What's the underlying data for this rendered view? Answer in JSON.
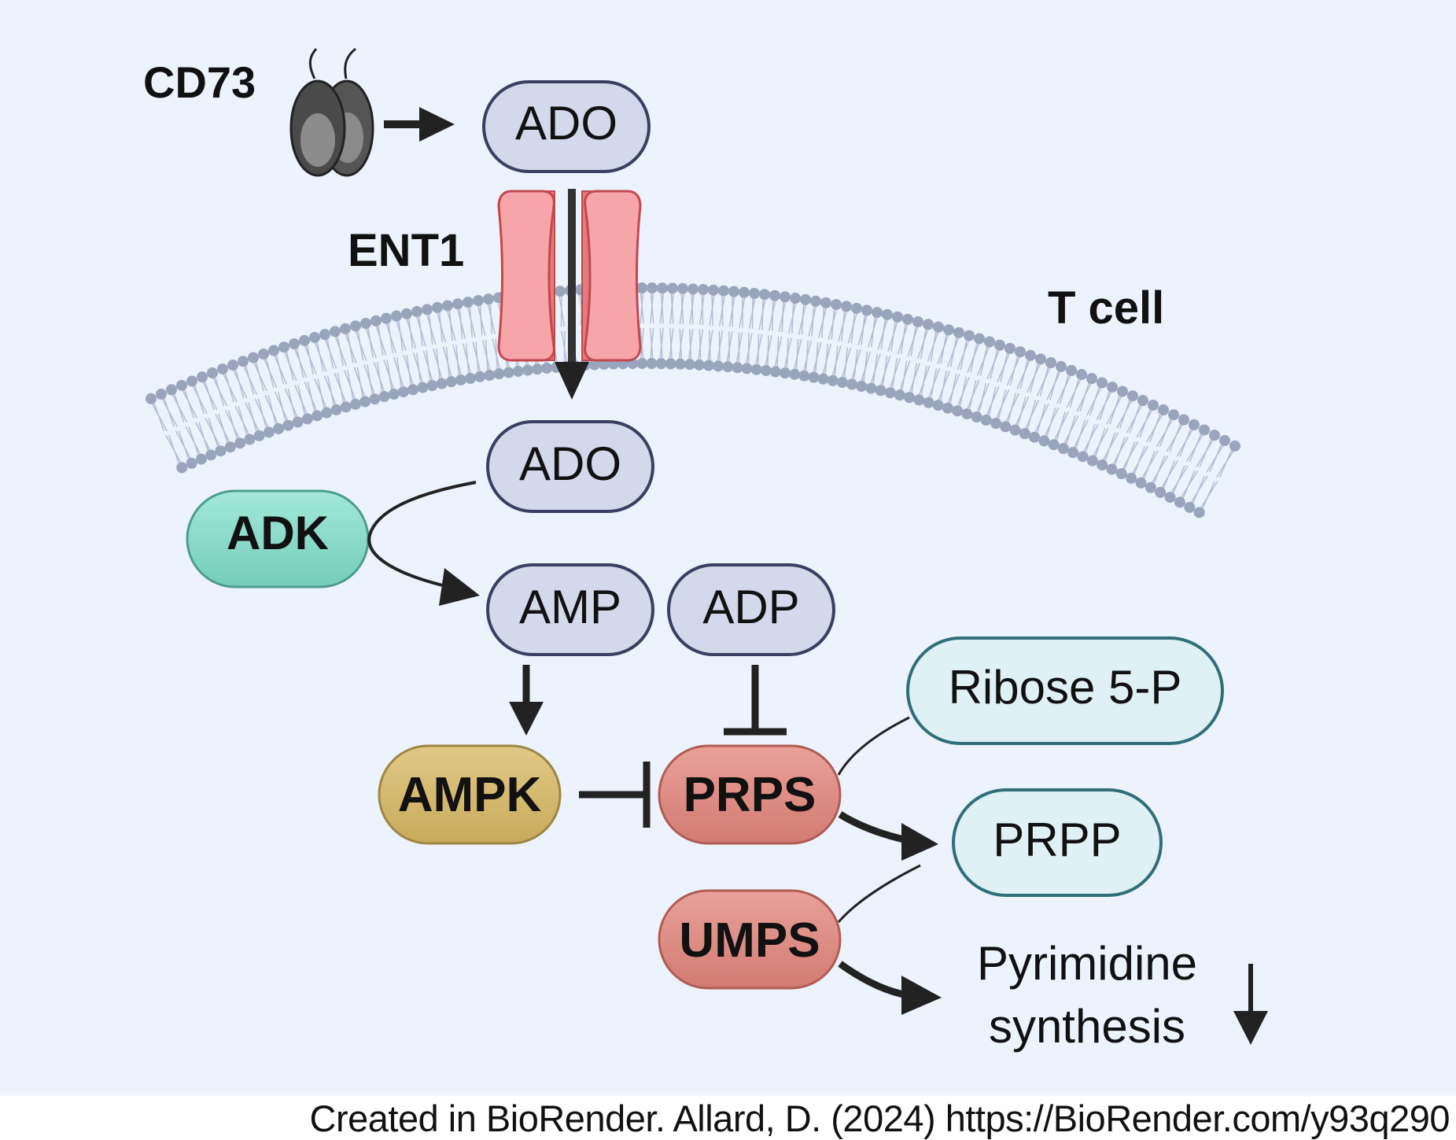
{
  "labels": {
    "cd73": "CD73",
    "ent1": "ENT1",
    "t_cell": "T cell",
    "pyrimidine_line1": "Pyrimidine",
    "pyrimidine_line2": "synthesis"
  },
  "metabolites": {
    "ado_out": "ADO",
    "ado_in": "ADO",
    "amp": "AMP",
    "adp": "ADP",
    "ribose": "Ribose 5-P",
    "prpp": "PRPP"
  },
  "enzymes": {
    "adk": "ADK",
    "ampk": "AMPK",
    "prps": "PRPS",
    "umps": "UMPS"
  },
  "credit": "Created in BioRender. Allard, D. (2024) https://BioRender.com/y93q290",
  "colors": {
    "background": "#edf3fc",
    "metabolite_fill": "#d3d8ea",
    "metabolite_stroke": "#3a3f63",
    "precursor_fill": "#dff1f5",
    "precursor_stroke": "#2f6f7a",
    "adk_fill": "#86dcca",
    "ampk_fill": "#d4ba6e",
    "prps_fill": "#df8e86",
    "ent1_fill": "#f6a6a8",
    "membrane_head": "#98a5bd"
  }
}
